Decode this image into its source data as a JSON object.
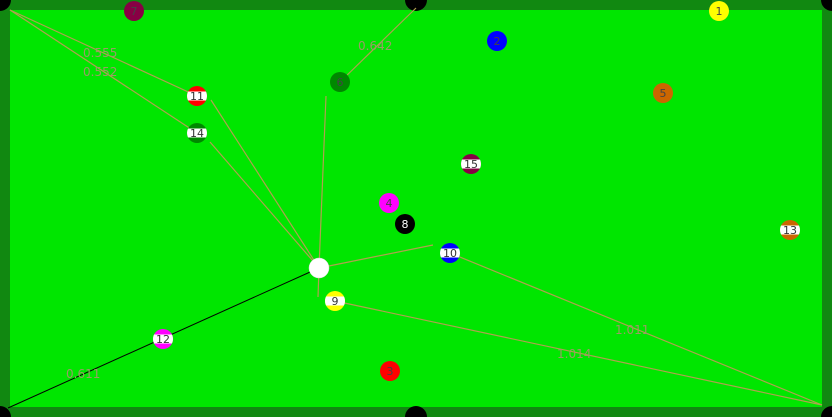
{
  "colors": {
    "cloth": "#00e600",
    "rail": "#118811",
    "pocket": "#000000",
    "aim_line": "#b0a050",
    "cue_line": "#000000",
    "label_text": "#999966",
    "cue_ball": "#ffffff"
  },
  "cue_ball": {
    "label": ""
  },
  "balls": [
    {
      "id": 1,
      "label": "1",
      "color": "#ffff00",
      "stripe": false
    },
    {
      "id": 2,
      "label": "2",
      "color": "#0000ff",
      "stripe": false
    },
    {
      "id": 3,
      "label": "3",
      "color": "#ff0000",
      "stripe": false
    },
    {
      "id": 4,
      "label": "4",
      "color": "#ff00ff",
      "stripe": false
    },
    {
      "id": 5,
      "label": "5",
      "color": "#cc6600",
      "stripe": false
    },
    {
      "id": 6,
      "label": "6",
      "color": "#008800",
      "stripe": false
    },
    {
      "id": 7,
      "label": "7",
      "color": "#880044",
      "stripe": false
    },
    {
      "id": 8,
      "label": "8",
      "color": "#000000",
      "stripe": false
    },
    {
      "id": 9,
      "label": "9",
      "color": "#ffff00",
      "stripe": true
    },
    {
      "id": 10,
      "label": "10",
      "color": "#0000ff",
      "stripe": true
    },
    {
      "id": 11,
      "label": "11",
      "color": "#ff0000",
      "stripe": true
    },
    {
      "id": 12,
      "label": "12",
      "color": "#ff00ff",
      "stripe": true
    },
    {
      "id": 13,
      "label": "13",
      "color": "#cc6600",
      "stripe": true
    },
    {
      "id": 14,
      "label": "14",
      "color": "#008800",
      "stripe": true
    },
    {
      "id": 15,
      "label": "15",
      "color": "#880044",
      "stripe": true
    }
  ],
  "shot_probabilities": [
    {
      "ball": 11,
      "pocket": "top-left",
      "value": "0.555"
    },
    {
      "ball": 14,
      "pocket": "top-left",
      "value": "0.552"
    },
    {
      "ball": 6,
      "pocket": "top-middle",
      "value": "0.642"
    },
    {
      "ball": 10,
      "pocket": "bottom-right",
      "value": "1.011"
    },
    {
      "ball": 9,
      "pocket": "bottom-right",
      "value": "1.014"
    },
    {
      "ball": 12,
      "pocket": "bottom-left",
      "value": "0.611"
    }
  ]
}
